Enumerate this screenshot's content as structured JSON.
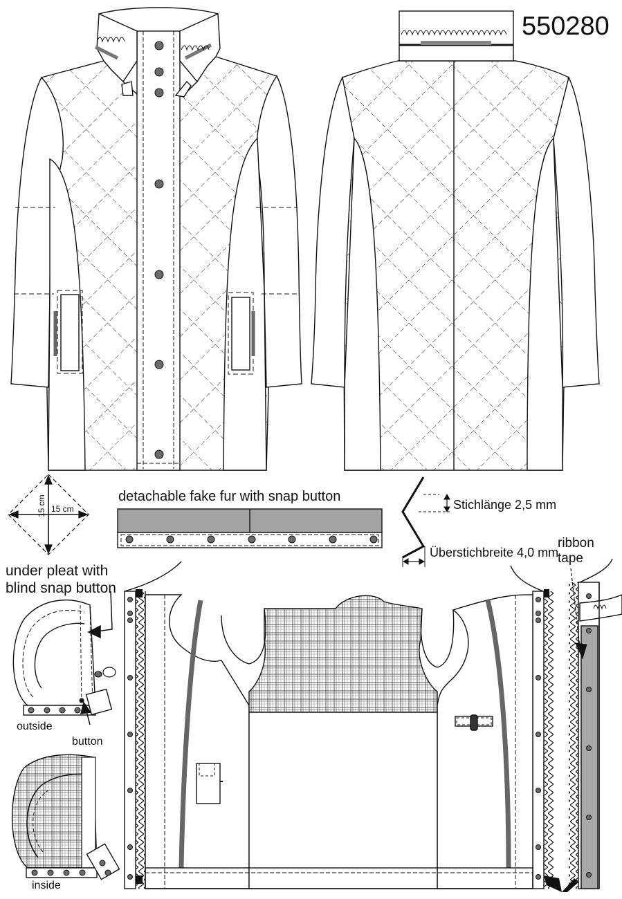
{
  "style_number": "550280",
  "labels": {
    "fur": "detachable fake fur with snap button",
    "stitch_length": "Stichlänge 2,5 mm",
    "stitch_width": "Überstichbreite 4,0 mm",
    "ribbon_tape": "ribbon\ntape",
    "under_pleat": "under pleat with\nblind snap button",
    "outside": "outside",
    "button": "button",
    "inside": "inside",
    "dim_horizontal": "15 cm",
    "dim_vertical": "15 cm"
  },
  "colors": {
    "line": "#111111",
    "fur_fill": "#a3a3a3",
    "snap_fill": "#6b6b6b",
    "ribbon_fill": "#a8a8a8",
    "check_line": "#555555"
  }
}
